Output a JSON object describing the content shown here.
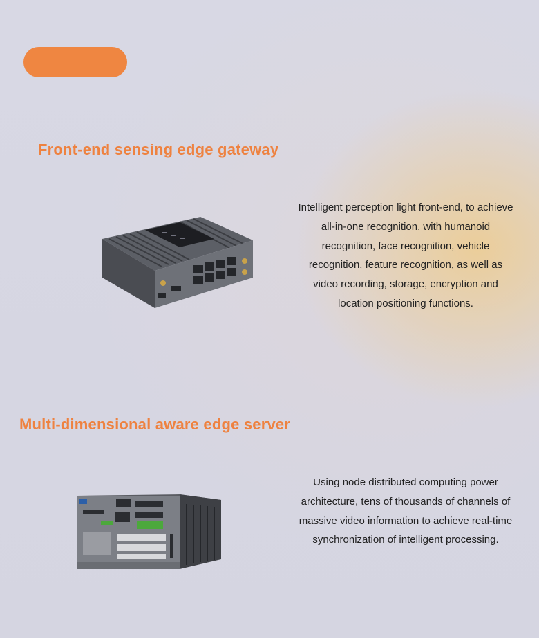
{
  "sections": [
    {
      "title": "Front-end sensing edge gateway",
      "lines": [
        "Intelligent perception light front-end, to achieve",
        "all-in-one recognition, with humanoid",
        "recognition, face recognition, vehicle",
        "recognition, feature recognition, as well as",
        "video recording, storage, encryption and",
        "location positioning functions."
      ]
    },
    {
      "title": "Multi-dimensional aware edge server",
      "lines": [
        "Using node distributed computing power",
        "architecture, tens of thousands of channels of",
        "massive video information to achieve real-time",
        "synchronization of intelligent processing."
      ]
    }
  ],
  "colors": {
    "accent": "#ef8641",
    "text": "#222222",
    "background": "#d6d6e2"
  }
}
